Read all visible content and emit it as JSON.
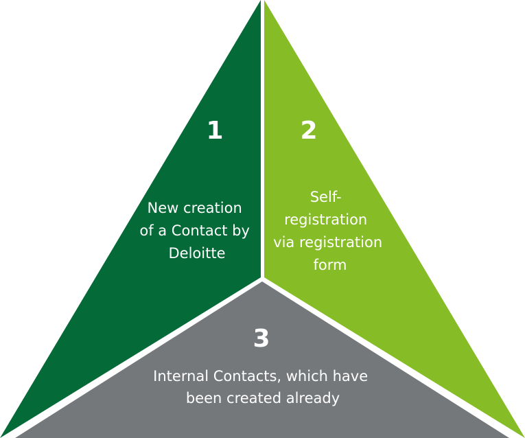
{
  "segments": [
    {
      "number": "1",
      "lines": [
        "New creation",
        "of a Contact by",
        "Deloitte"
      ],
      "color": "#046A38"
    },
    {
      "number": "2",
      "lines": [
        "Self-",
        "registration",
        "via registration",
        "form"
      ],
      "color": "#86BC25"
    },
    {
      "number": "3",
      "lines": [
        "Internal Contacts, which have",
        "been created already"
      ],
      "color": "#75787B"
    }
  ],
  "colors": {
    "divider": "#ffffff",
    "text": "#ffffff"
  }
}
